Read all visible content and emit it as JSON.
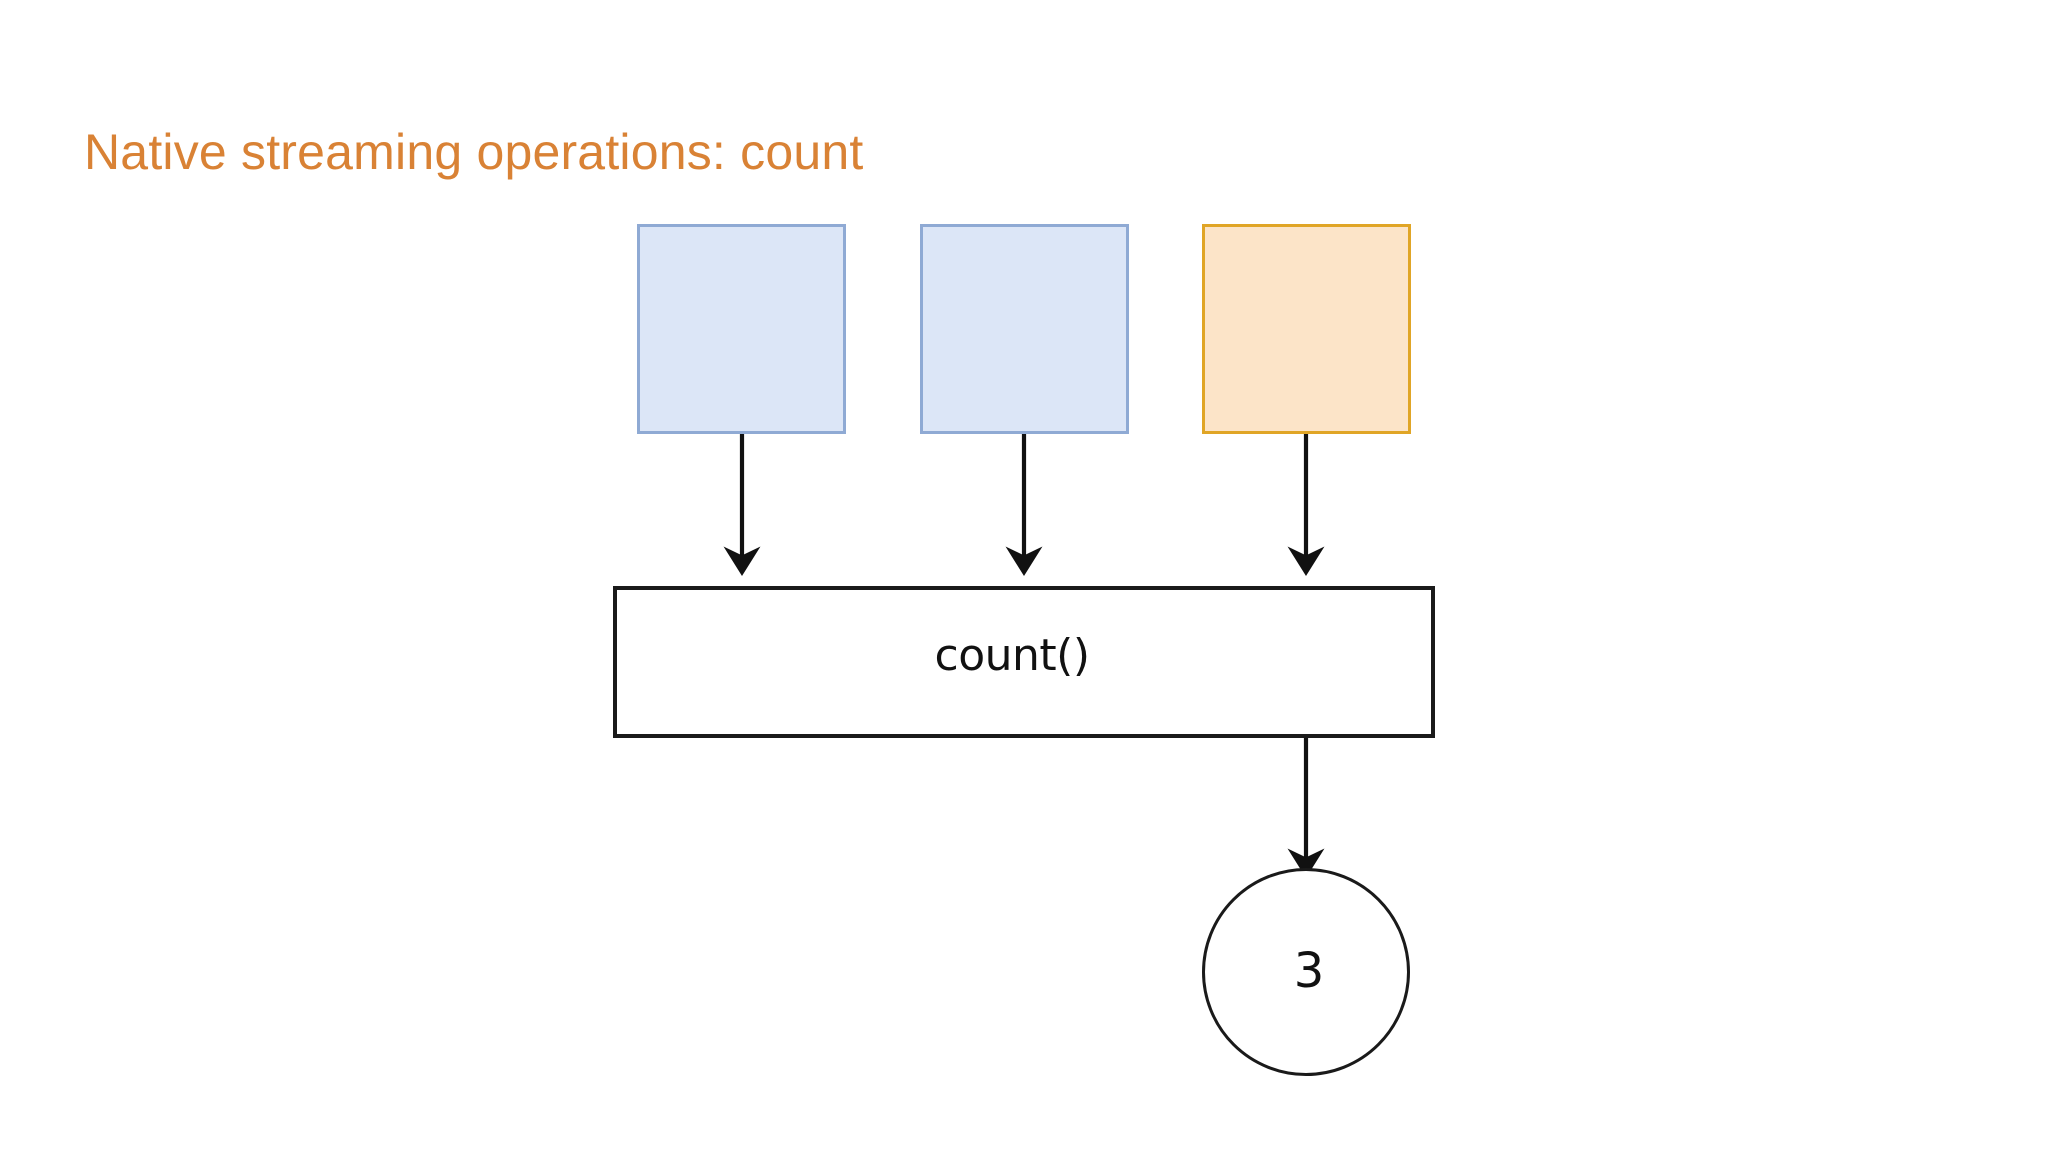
{
  "slide": {
    "title": "Native streaming operations: count",
    "background_color": "#ffffff",
    "title_color": "#d98235"
  },
  "diagram": {
    "type": "dataflow",
    "description": "Three input records flow into a count() operator which emits the result 3",
    "input_records": [
      {
        "id": "record-1",
        "label": "",
        "fill": "#dce6f7",
        "stroke": "#8faad4",
        "kind": "blue-record"
      },
      {
        "id": "record-2",
        "label": "",
        "fill": "#dce6f7",
        "stroke": "#8faad4",
        "kind": "blue-record"
      },
      {
        "id": "record-3",
        "label": "",
        "fill": "#fce4c8",
        "stroke": "#e0a526",
        "kind": "orange-record"
      }
    ],
    "operator": {
      "label": "count()",
      "fill": "#ffffff",
      "stroke": "#1a1a1a"
    },
    "result": {
      "value": "3",
      "shape": "circle",
      "fill": "#ffffff",
      "stroke": "#1a1a1a"
    },
    "arrows": [
      {
        "name": "record-1-to-operator",
        "from": "record-1",
        "to": "operator"
      },
      {
        "name": "record-2-to-operator",
        "from": "record-2",
        "to": "operator"
      },
      {
        "name": "record-3-to-operator",
        "from": "record-3",
        "to": "operator"
      },
      {
        "name": "operator-to-result",
        "from": "operator",
        "to": "result"
      }
    ],
    "arrow_color": "#111111"
  }
}
